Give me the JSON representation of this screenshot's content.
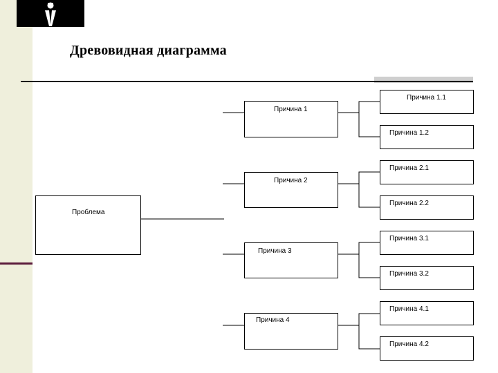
{
  "title": "Древовидная диаграмма",
  "logo_icon": "person-silhouette-icon",
  "diagram": {
    "problem": "Проблема",
    "causes": [
      {
        "label": "Причина 1",
        "subcauses": [
          "Причина 1.1",
          "Причина 1.2"
        ]
      },
      {
        "label": "Причина 2",
        "subcauses": [
          "Причина 2.1",
          "Причина 2.2"
        ]
      },
      {
        "label": "Причина 3",
        "subcauses": [
          "Причина 3.1",
          "Причина 3.2"
        ]
      },
      {
        "label": "Причина 4",
        "subcauses": [
          "Причина 4.1",
          "Причина 4.2"
        ]
      }
    ]
  },
  "colors": {
    "left_band": "#efefdc",
    "accent_line": "#5a1a3a",
    "gray_bar": "#cfcfcf"
  }
}
